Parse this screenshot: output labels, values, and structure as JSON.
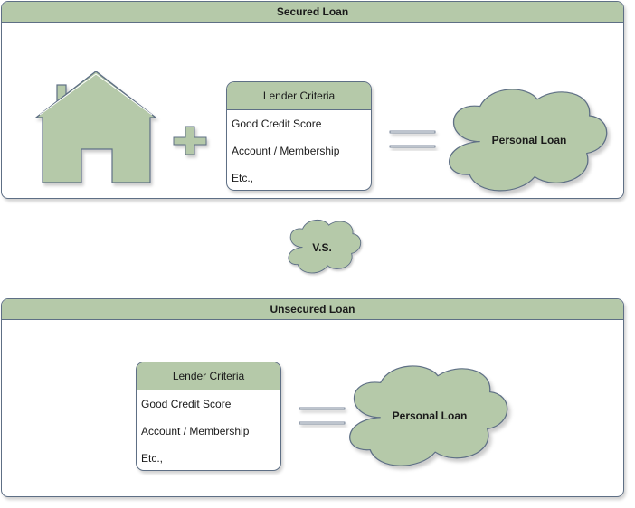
{
  "secured": {
    "title": "Secured Loan",
    "criteria": {
      "header": "Lender Criteria",
      "items": [
        "Good Credit Score",
        "Account / Membership",
        "Etc.,"
      ]
    },
    "result": "Personal Loan"
  },
  "versus": "V.S.",
  "unsecured": {
    "title": "Unsecured Loan",
    "criteria": {
      "header": "Lender Criteria",
      "items": [
        "Good Credit Score",
        "Account / Membership",
        "Etc.,"
      ]
    },
    "result": "Personal Loan"
  },
  "colors": {
    "fill": "#b5c9a9",
    "stroke": "#5e6f85"
  },
  "icons": [
    "house-icon",
    "plus-icon",
    "equals-icon",
    "cloud-shape"
  ]
}
